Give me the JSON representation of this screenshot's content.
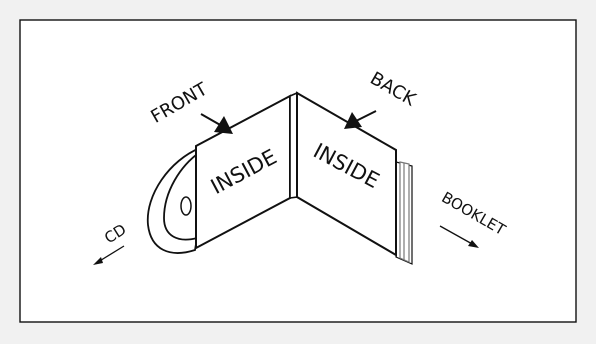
{
  "labels": {
    "front": "FRONT",
    "back": "BACK",
    "inside_left": "INSIDE",
    "inside_right": "INSIDE",
    "cd": "CD",
    "booklet": "BOOKLET"
  },
  "colors": {
    "background": "#f1f1f1",
    "panel": "#ffffff",
    "line": "#111111",
    "booklet_edge": "#9a9a9a"
  }
}
